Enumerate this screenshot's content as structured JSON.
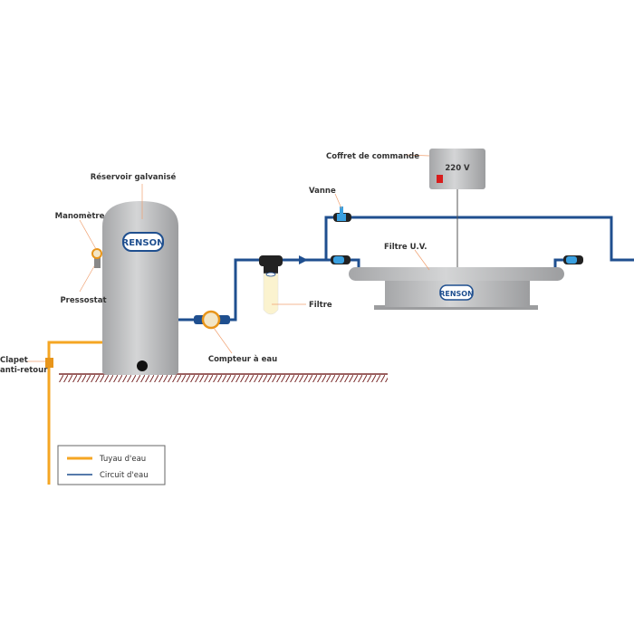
{
  "labels": {
    "reservoir": "Réservoir galvanisé",
    "manometre": "Manomètre",
    "pressostat": "Pressostat",
    "compteur": "Compteur à eau",
    "filtre": "Filtre",
    "vanne": "Vanne",
    "coffret": "Coffret de commande",
    "voltage": "220 V",
    "filtre_uv": "Filtre U.V.",
    "clapet_1": "Clapet",
    "clapet_2": "anti-retour"
  },
  "brand": "RENSON",
  "legend": [
    {
      "label": "Tuyau d'eau",
      "color": "#f5a623"
    },
    {
      "label": "Circuit d'eau",
      "color": "#1f4f8f"
    }
  ],
  "colors": {
    "orange_pipe": "#f5a623",
    "blue_pipe": "#1f4f8f",
    "ground": "#7a2b2b",
    "tank": "#b9babc"
  }
}
